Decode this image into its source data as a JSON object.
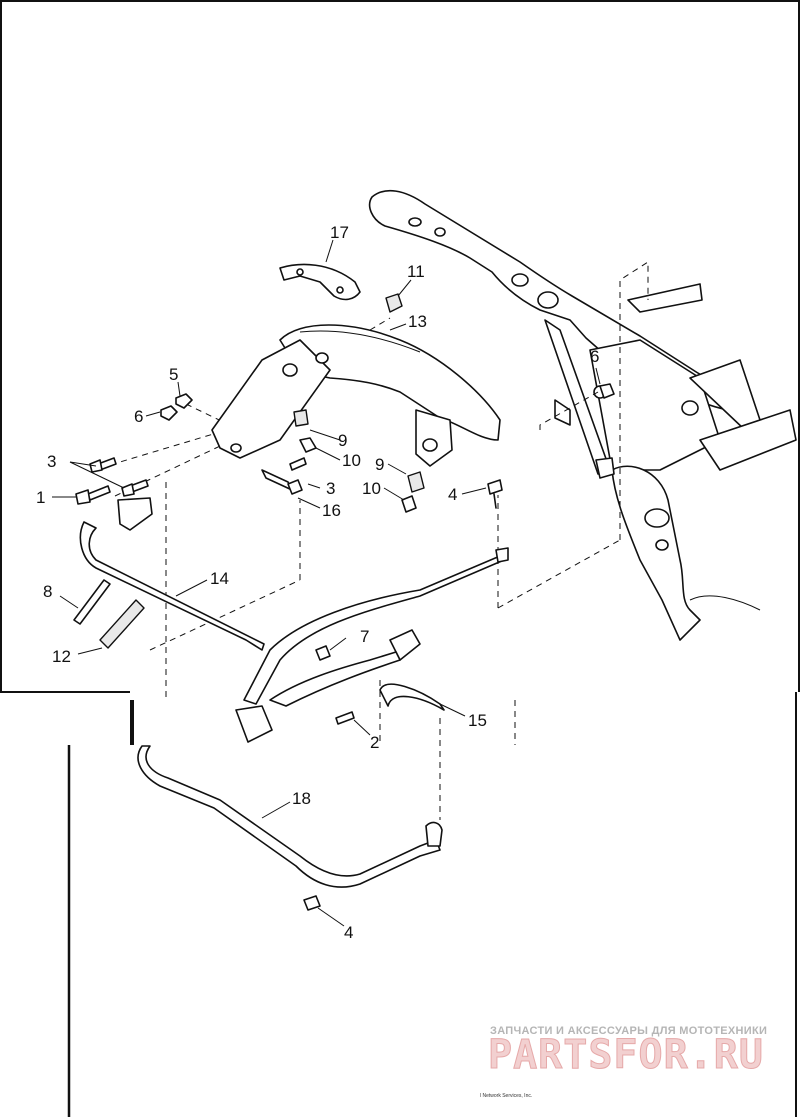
{
  "diagram": {
    "callouts": {
      "c1": "1",
      "c2": "2",
      "c3a": "3",
      "c3b": "3",
      "c4a": "4",
      "c4b": "4",
      "c5": "5",
      "c6a": "6",
      "c6b": "6",
      "c7": "7",
      "c8": "8",
      "c9a": "9",
      "c9b": "9",
      "c10a": "10",
      "c10b": "10",
      "c11": "11",
      "c12": "12",
      "c13": "13",
      "c14": "14",
      "c15": "15",
      "c16": "16",
      "c17": "17",
      "c18": "18"
    },
    "watermark": {
      "tagline": "ЗАПЧАСТИ И АКСЕССУАРЫ ДЛЯ МОТОТЕХНИКИ",
      "brand": "PARTSFOR.RU"
    },
    "footer_text": "l Network Services, Inc."
  },
  "colors": {
    "line": "#111111",
    "watermark_red": "#e6a9a9",
    "watermark_grey": "#b5b5b5"
  }
}
